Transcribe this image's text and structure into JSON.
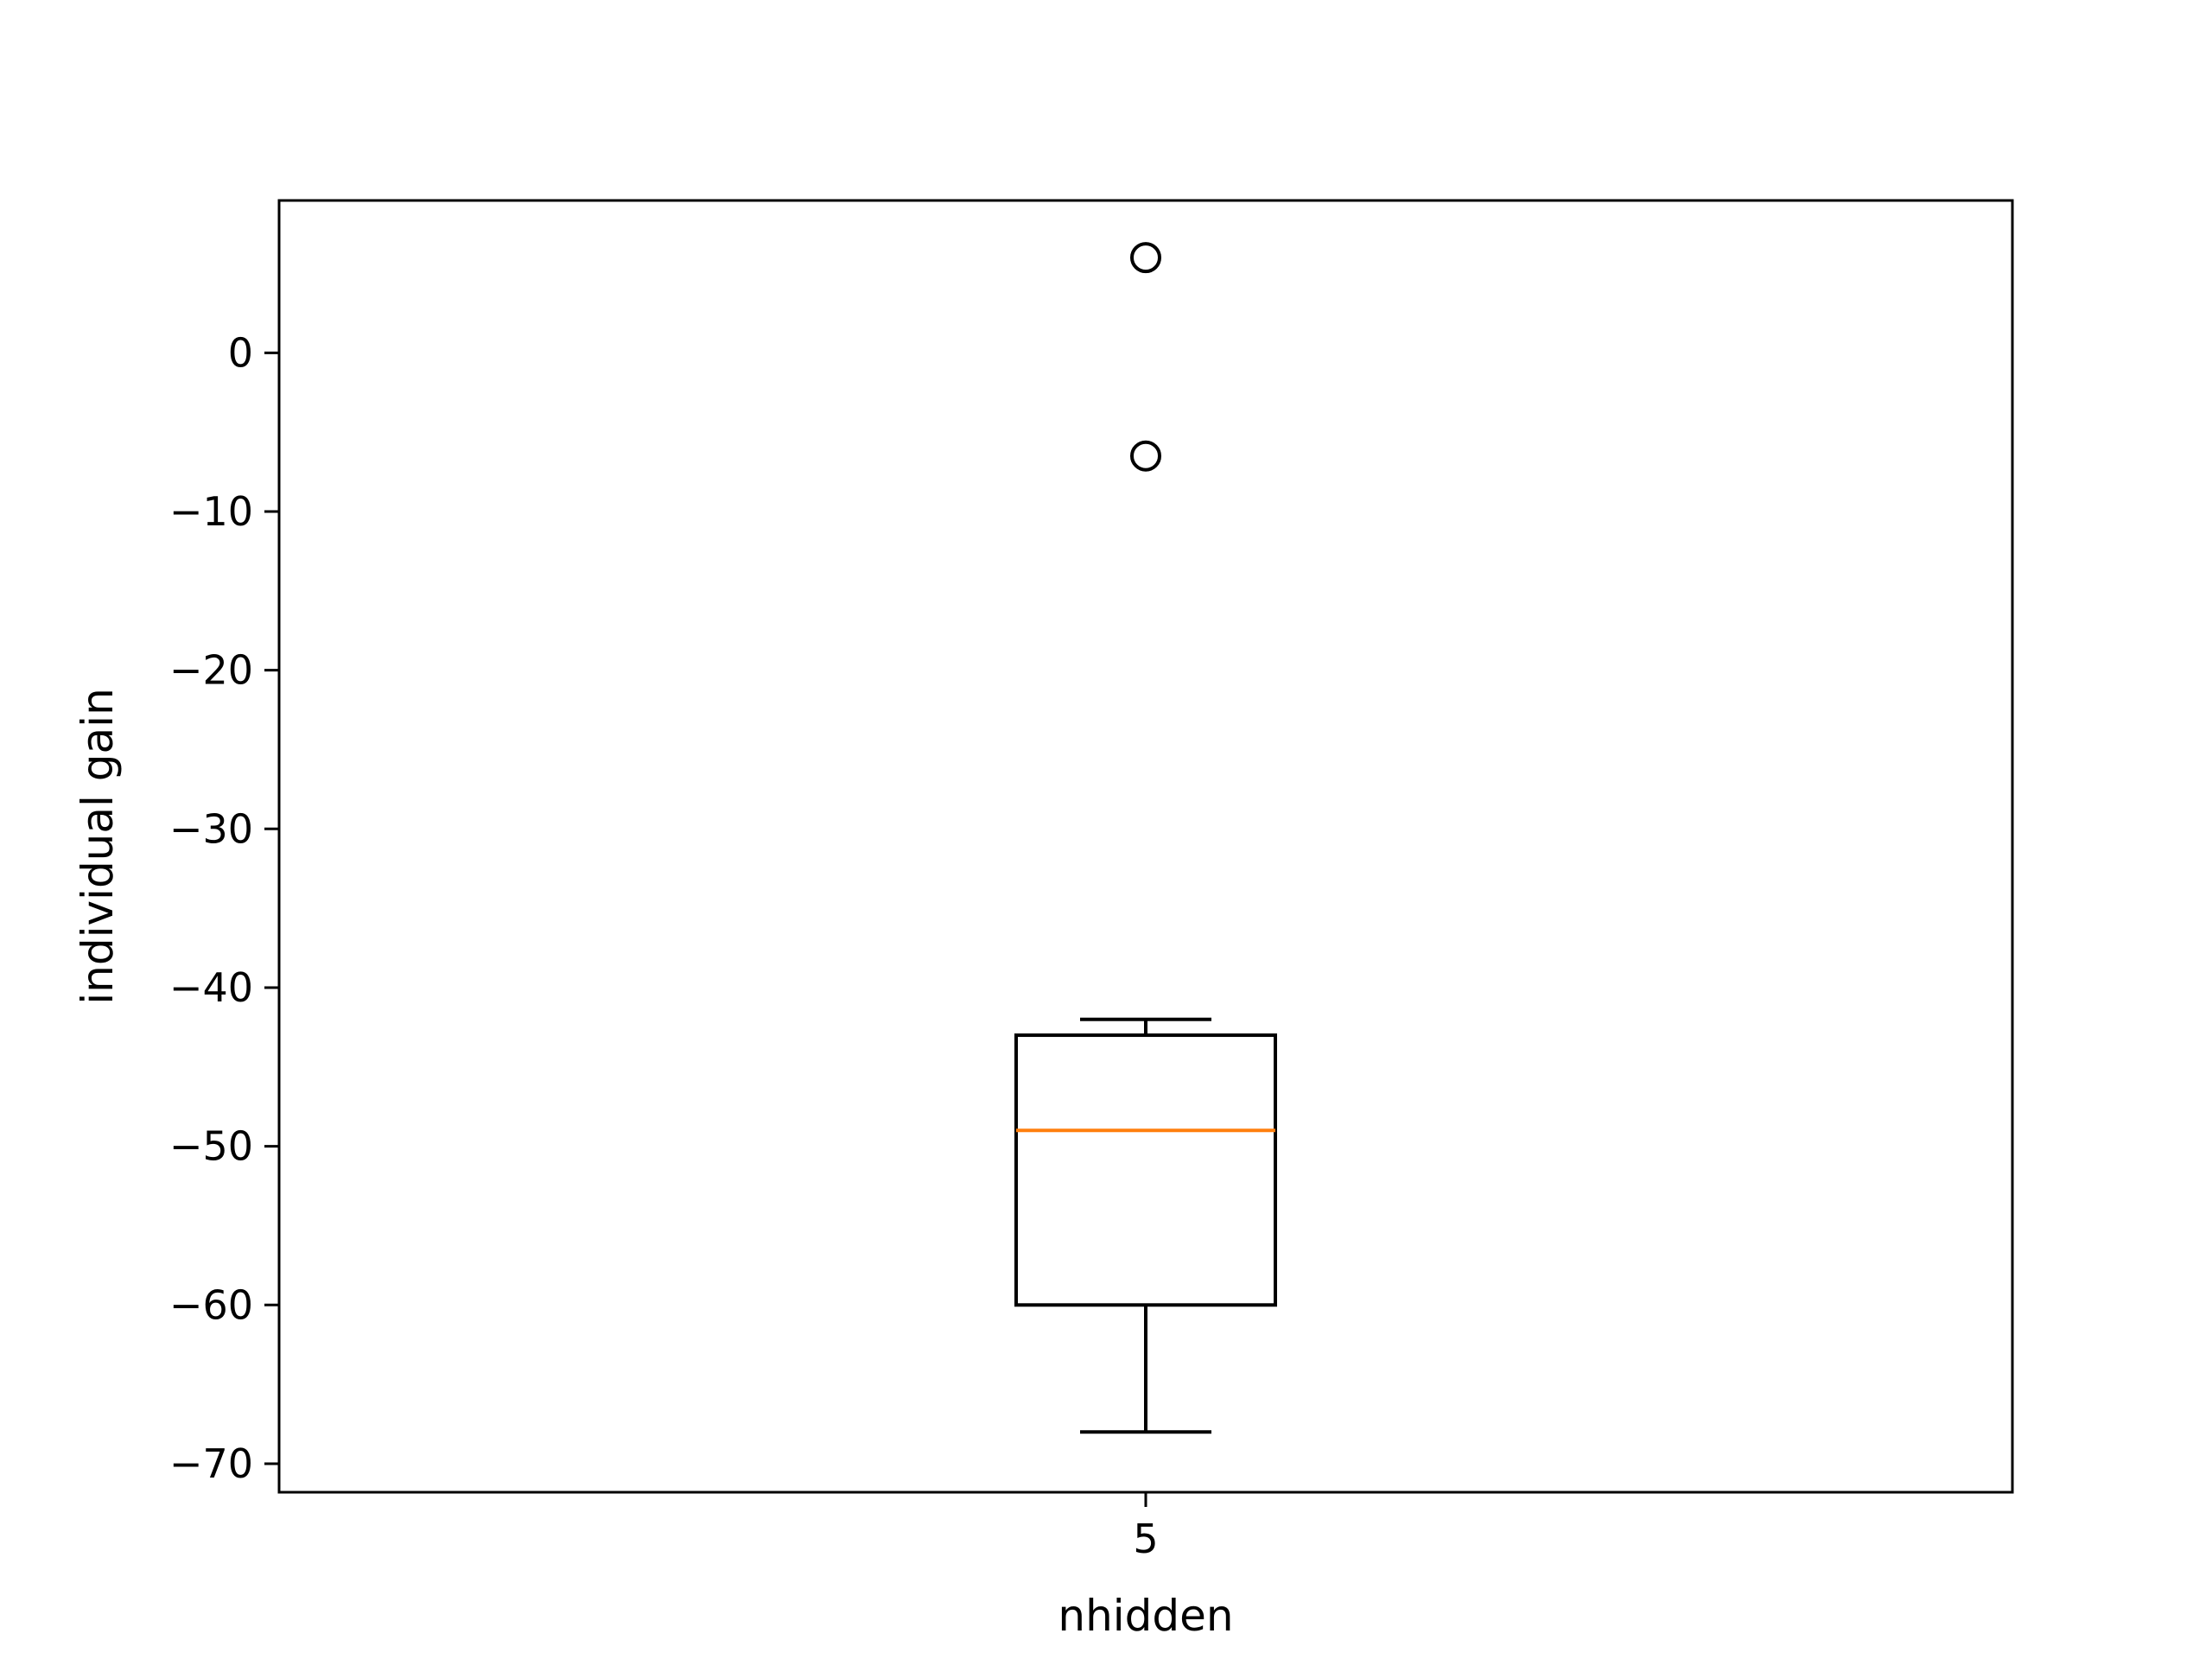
{
  "chart_data": {
    "type": "box",
    "xlabel": "nhidden",
    "ylabel": "individual gain",
    "categories": [
      "5"
    ],
    "ylim": [
      -71.8,
      9.6
    ],
    "yticks": [
      0,
      -10,
      -20,
      -30,
      -40,
      -50,
      -60,
      -70
    ],
    "ytick_labels": [
      "0",
      "−10",
      "−20",
      "−30",
      "−40",
      "−50",
      "−60",
      "−70"
    ],
    "boxes": [
      {
        "category": "5",
        "whisker_low": -68,
        "q1": -60,
        "median": -49,
        "q3": -43,
        "whisker_high": -42,
        "outliers": [
          -6.5,
          6
        ]
      }
    ],
    "grid": false,
    "colors": {
      "box": "#000000",
      "median": "#ff7f0e",
      "outlier": "#000000"
    }
  }
}
